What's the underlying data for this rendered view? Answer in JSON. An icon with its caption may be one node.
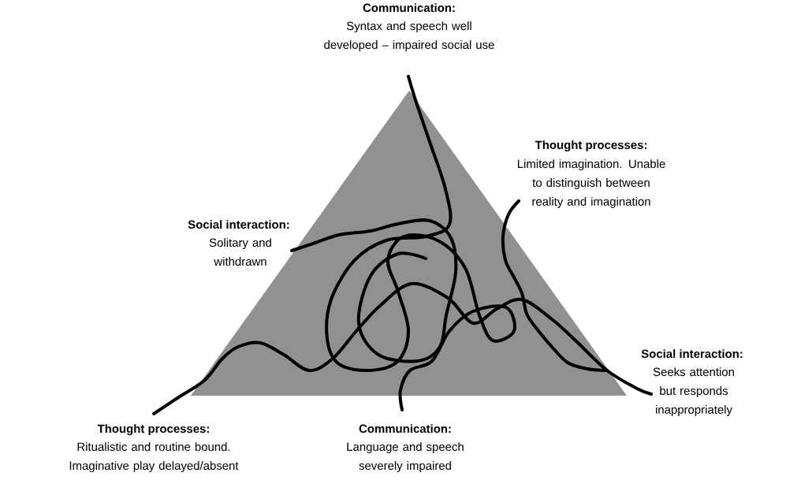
{
  "diagram": {
    "labels": [
      "Communication:",
      "Syntax and speech well developed – impaired social use",
      "Thought processes:",
      "Limited imagination. Unable to distinguish between reality and imagination",
      "Social interaction:",
      "Solitary and withdrawn",
      "Social interaction:",
      "Seeks attention but responds inappropriately",
      "Thought processes:",
      "Ritualistic and routine bound. Imaginative play delayed/absent",
      "Communication:",
      "Language and speech severely impaired"
    ]
  }
}
